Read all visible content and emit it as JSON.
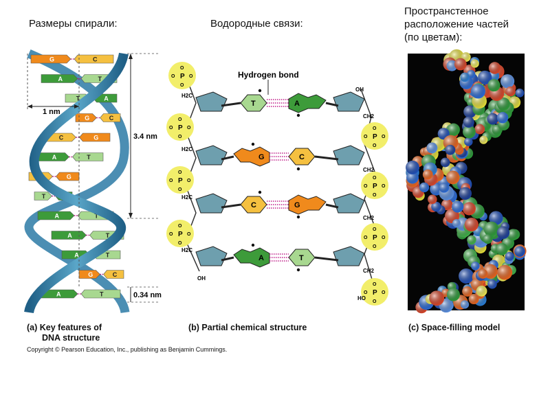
{
  "headings": {
    "sizes": "Размеры спирали:",
    "hydrogen": "Водородные связи:",
    "spatial_line1": "Пространстенное",
    "spatial_line2": "расположение частей",
    "spatial_line3": "(по цветам):"
  },
  "panel_a": {
    "caption_line1": "(a) Key features of",
    "caption_line2": "DNA structure",
    "measure_1nm": "1 nm",
    "measure_34nm": "3.4 nm",
    "measure_034nm": "0.34 nm",
    "base_pairs": [
      {
        "left": "G",
        "right": "C"
      },
      {
        "left": "A",
        "right": "T"
      },
      {
        "left": "T",
        "right": "A"
      },
      {
        "left": "G",
        "right": "C"
      },
      {
        "left": "C",
        "right": "G"
      },
      {
        "left": "A",
        "right": "T"
      },
      {
        "left": "C",
        "right": "G"
      },
      {
        "left": "T",
        "right": "A"
      },
      {
        "left": "A",
        "right": "T"
      },
      {
        "left": "A",
        "right": "T"
      },
      {
        "left": "A",
        "right": "T"
      },
      {
        "left": "G",
        "right": "C"
      },
      {
        "left": "A",
        "right": "T"
      }
    ]
  },
  "panel_b": {
    "caption": "(b) Partial chemical structure",
    "hydrogen_bond_label": "Hydrogen bond",
    "rungs": [
      {
        "left": "T",
        "right": "A"
      },
      {
        "left": "G",
        "right": "C"
      },
      {
        "left": "C",
        "right": "G"
      },
      {
        "left": "A",
        "right": "T"
      }
    ],
    "oh_top": "OH",
    "oh_bottom": "OH",
    "ho_bottom": "HO",
    "ch2": "CH2",
    "h2c": "H2C",
    "o": "O",
    "p": "P"
  },
  "panel_c": {
    "caption": "(c) Space-filling model"
  },
  "copyright": "Copyright © Pearson Education, Inc., publishing as Benjamin Cummings.",
  "colors": {
    "guanine": "#f08a1c",
    "cytosine": "#f5c040",
    "adenine": "#3d9b3a",
    "thymine": "#a8d890",
    "backbone_blue": "#2a6f9a",
    "sugar": "#6e9fae",
    "phosphate": "#f2ee6a"
  }
}
